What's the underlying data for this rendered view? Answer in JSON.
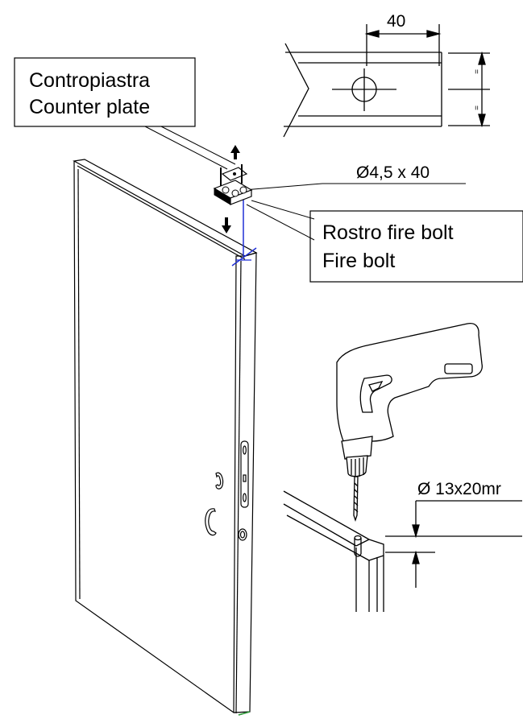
{
  "callouts": {
    "counter_plate_line1": "Contropiastra",
    "counter_plate_line2": "Counter plate",
    "fire_bolt_line1": "Rostro fire bolt",
    "fire_bolt_line2": "Fire bolt"
  },
  "dimensions": {
    "slot_width": "40",
    "screw_size": "Ø4,5 x 40",
    "hole_size": "Ø 13x20mr",
    "equal_mark": "="
  },
  "colors": {
    "line": "#000000",
    "accent_blue": "#1f2fd6",
    "accent_green": "#2e9e3a"
  }
}
